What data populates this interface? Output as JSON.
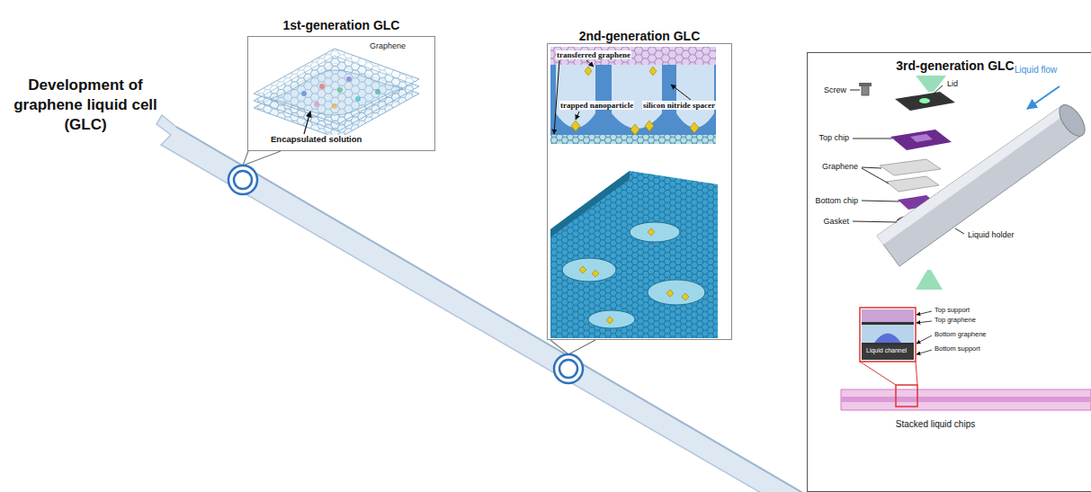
{
  "diagram": {
    "title": "Development of graphene liquid cell (GLC)",
    "nodes": [
      {
        "text": [
          "1st-generation GLC"
        ]
      },
      {
        "text": [
          "2nd-generation GLC"
        ]
      },
      {
        "text": [
          "3rd-generation GLC"
        ]
      }
    ],
    "labels": [
      "Graphene",
      "Encapsulated solution",
      "transferred graphene",
      "trapped nanoparticle",
      "silicon nitride spacer",
      "Screw",
      "Lid",
      "Liquid flow",
      "Top chip",
      "Graphene",
      "Bottom chip",
      "Gasket",
      "Liquid holder",
      "Top support",
      "Top graphene",
      "Bottom graphene",
      "Liquid channel",
      "Bottom support",
      "Stacked liquid chips"
    ]
  }
}
